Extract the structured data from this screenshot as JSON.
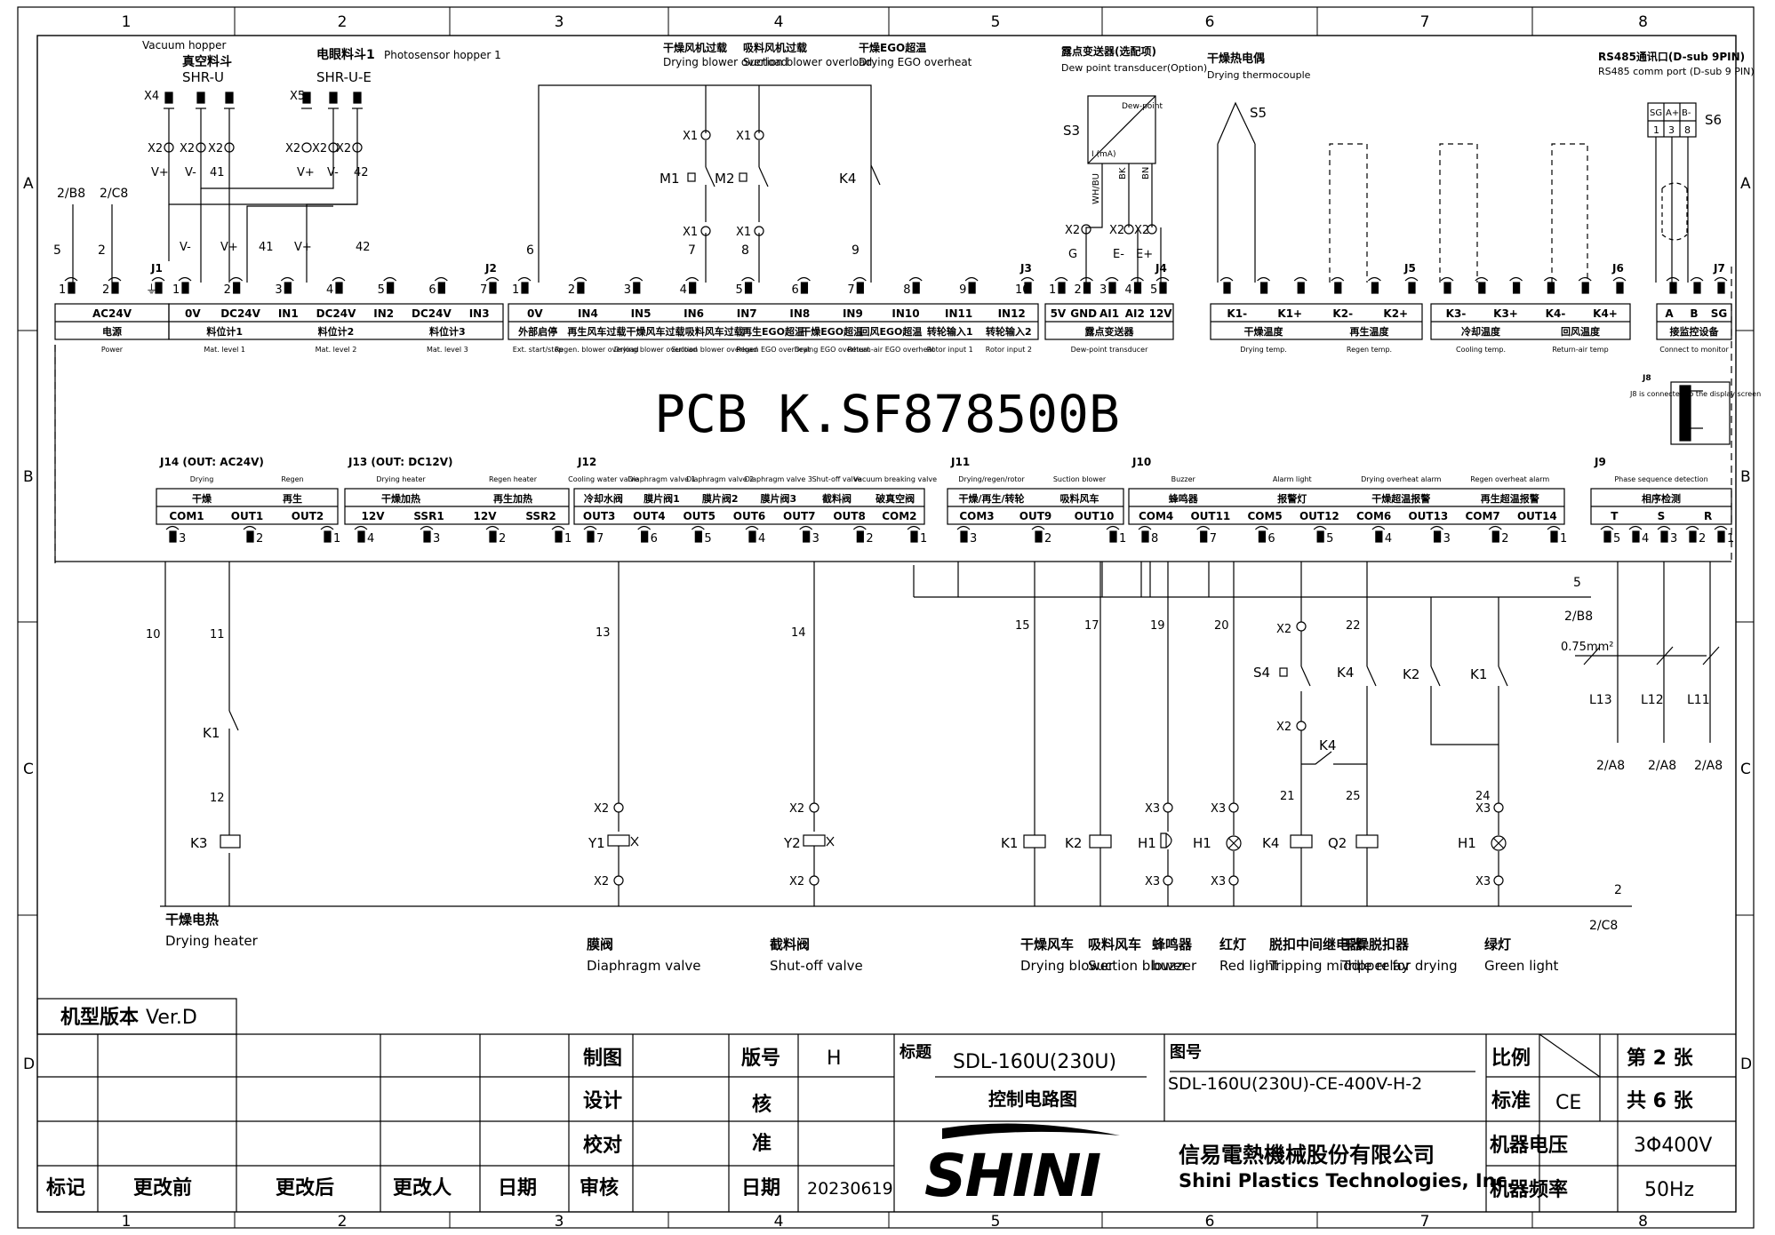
{
  "zones": {
    "columns": [
      "1",
      "2",
      "3",
      "4",
      "5",
      "6",
      "7",
      "8"
    ],
    "rows": [
      "A",
      "B",
      "C",
      "D"
    ]
  },
  "pcb_title": "PCB K.SF878500B",
  "top": {
    "vacuum_hopper": {
      "en": "Vacuum hopper",
      "cn": "真空料斗",
      "model": "SHR-U",
      "terminal": "X4"
    },
    "photosensor_hopper": {
      "cn": "电眼料斗1",
      "en": "Photosensor hopper 1",
      "model": "SHR-U-E",
      "terminal": "X5"
    },
    "drying_blower_overload": {
      "cn": "干燥风机过载",
      "en": "Drying blower overload"
    },
    "suction_blower_overload": {
      "cn": "吸料风机过载",
      "en": "Suction blower overload"
    },
    "drying_ego_overheat": {
      "cn": "干燥EGO超温",
      "en": "Drying EGO overheat"
    },
    "dewpoint": {
      "cn": "露点变送器(选配项)",
      "en": "Dew point transducer(Option)",
      "box_title": "Dew-point",
      "box_out": "I (mA)",
      "tag": "S3"
    },
    "thermocouple": {
      "cn": "干燥热电偶",
      "en": "Drying thermocouple",
      "tag": "S5"
    },
    "rs485": {
      "title": "RS485通讯口(D-sub 9PIN)",
      "en": "RS485 comm port (D-sub 9 PIN)",
      "tag": "S6"
    },
    "wire_labels": {
      "l2b8": "2/B8",
      "l2c8": "2/C8",
      "n5": "5",
      "n2": "2",
      "n6": "6",
      "n7": "7",
      "n8": "8",
      "n9": "9",
      "v_plus": "V+",
      "v_minus": "V-",
      "n41": "41",
      "n42": "42",
      "x2": "X2",
      "x1": "X1",
      "m1": "M1",
      "m2": "M2",
      "k4": "K4",
      "g": "G",
      "e_minus": "E-",
      "e_plus": "E+",
      "wh_bu": "WH/BU",
      "bk": "BK",
      "bn": "BN"
    }
  },
  "connectors_top": [
    {
      "id": "J1",
      "pins": [
        "1",
        "2",
        "⏚"
      ],
      "cells": [
        "AC24V"
      ],
      "cn": [
        "电源"
      ],
      "en": [
        "Power"
      ]
    },
    {
      "id": "J2",
      "pins": [
        "1",
        "2",
        "3",
        "4",
        "5",
        "6",
        "7"
      ],
      "cells": [
        "0V",
        "DC24V",
        "IN1",
        "DC24V",
        "IN2",
        "DC24V",
        "IN3"
      ],
      "cn": [
        "料位计1",
        "料位计2",
        "料位计3"
      ],
      "en": [
        "Mat. level 1",
        "Mat. level 2",
        "Mat. level 3"
      ]
    },
    {
      "id": "J3",
      "pins": [
        "1",
        "2",
        "3",
        "4",
        "5",
        "6",
        "7",
        "8",
        "9",
        "10"
      ],
      "cells": [
        "0V",
        "IN4",
        "IN5",
        "IN6",
        "IN7",
        "IN8",
        "IN9",
        "IN10",
        "IN11",
        "IN12"
      ],
      "cn": [
        "外部启停",
        "再生风车过载",
        "干燥风车过载",
        "吸料风车过载",
        "再生EGO超温",
        "干燥EGO超温",
        "回风EGO超温",
        "转轮输入1",
        "转轮输入2"
      ],
      "en": [
        "Ext. start/stop",
        "Regen. blower overload",
        "Drying blower overload",
        "Suction blower overload",
        "Regen EGO overheat",
        "Drying EGO overheat",
        "Return-air EGO overheat",
        "Rotor input 1",
        "Rotor input 2"
      ]
    },
    {
      "id": "J4",
      "pins": [
        "1",
        "2",
        "3",
        "4",
        "5"
      ],
      "cells": [
        "5V",
        "GND",
        "AI1",
        "AI2",
        "12V"
      ],
      "cn": [
        "露点变送器"
      ],
      "en": [
        "Dew-point transducer"
      ]
    },
    {
      "id": "J5",
      "pins": [
        "",
        "",
        "",
        "",
        "",
        ""
      ],
      "cells": [
        "K1-",
        "K1+",
        "K2-",
        "K2+"
      ],
      "cn": [
        "干燥温度",
        "再生温度"
      ],
      "en": [
        "Drying temp.",
        "Regen temp."
      ]
    },
    {
      "id": "J6",
      "pins": [
        "",
        "",
        "",
        "",
        "",
        ""
      ],
      "cells": [
        "K3-",
        "K3+",
        "K4-",
        "K4+"
      ],
      "cn": [
        "冷却温度",
        "回风温度"
      ],
      "en": [
        "Cooling temp.",
        "Return-air temp"
      ]
    },
    {
      "id": "J7",
      "pins": [
        "",
        "",
        ""
      ],
      "cells": [
        "A",
        "B",
        "SG"
      ],
      "cn": [
        "接监控设备"
      ],
      "en": [
        "Connect to monitor"
      ]
    }
  ],
  "j8_note": "J8 is connected to the display screen",
  "j8_id": "J8",
  "connectors_bottom": [
    {
      "id": "J14 (OUT: AC24V)",
      "pins": [
        "3",
        "2",
        "1"
      ],
      "cells": [
        "COM1",
        "OUT1",
        "OUT2"
      ],
      "cn": [
        "干燥",
        "再生"
      ],
      "en": [
        "Drying",
        "Regen"
      ]
    },
    {
      "id": "J13 (OUT: DC12V)",
      "pins": [
        "4",
        "3",
        "2",
        "1"
      ],
      "cells": [
        "12V",
        "SSR1",
        "12V",
        "SSR2"
      ],
      "cn": [
        "干燥加热",
        "再生加热"
      ],
      "en": [
        "Drying heater",
        "Regen heater"
      ]
    },
    {
      "id": "J12",
      "pins": [
        "7",
        "6",
        "5",
        "4",
        "3",
        "2",
        "1"
      ],
      "cells": [
        "OUT3",
        "OUT4",
        "OUT5",
        "OUT6",
        "OUT7",
        "OUT8",
        "COM2"
      ],
      "cn": [
        "冷却水阀",
        "膜片阀1",
        "膜片阀2",
        "膜片阀3",
        "截料阀",
        "破真空阀"
      ],
      "en": [
        "Cooling water valve",
        "Diaphragm valve 1",
        "Diaphragm valve 2",
        "Diaphragm valve 3",
        "Shut-off valve",
        "Vacuum breaking valve"
      ]
    },
    {
      "id": "J11",
      "pins": [
        "3",
        "2",
        "1"
      ],
      "cells": [
        "COM3",
        "OUT9",
        "OUT10"
      ],
      "cn": [
        "干燥/再生/转轮",
        "吸料风车"
      ],
      "en": [
        "Drying/regen/rotor",
        "Suction blower"
      ]
    },
    {
      "id": "J10",
      "pins": [
        "8",
        "7",
        "6",
        "5",
        "4",
        "3",
        "2",
        "1"
      ],
      "cells": [
        "COM4",
        "OUT11",
        "COM5",
        "OUT12",
        "COM6",
        "OUT13",
        "COM7",
        "OUT14"
      ],
      "cn": [
        "蜂鸣器",
        "报警灯",
        "干燥超温报警",
        "再生超温报警"
      ],
      "en": [
        "Buzzer",
        "Alarm light",
        "Drying overheat alarm",
        "Regen overheat alarm"
      ]
    },
    {
      "id": "J9",
      "pins": [
        "5",
        "4",
        "3",
        "2",
        "1"
      ],
      "cells": [
        "T",
        "S",
        "R"
      ],
      "cn": [
        "相序检测"
      ],
      "en": [
        "Phase sequence detection"
      ]
    }
  ],
  "bottom_wires": {
    "w10": "10",
    "w11": "11",
    "w12": "12",
    "w13": "13",
    "w14": "14",
    "w15": "15",
    "w17": "17",
    "w19": "19",
    "w20": "20",
    "w21": "21",
    "w22": "22",
    "w24": "24",
    "w25": "25",
    "bus5": "5",
    "bus2": "2",
    "r2b8": "2/B8",
    "r2c8": "2/C8",
    "cable": "0.75mm²",
    "l13": "L13",
    "l12": "L12",
    "l11": "L11",
    "a8": "2/A8",
    "x2": "X2",
    "x3": "X3",
    "k1": "K1",
    "k2": "K2",
    "k3": "K3",
    "k4": "K4",
    "q2": "Q2",
    "s4": "S4",
    "y1": "Y1",
    "y2": "Y2",
    "h1": "H1"
  },
  "bottom_loads": [
    {
      "cn": "干燥电热",
      "en": "Drying heater"
    },
    {
      "cn": "膜阀",
      "en": "Diaphragm valve"
    },
    {
      "cn": "截料阀",
      "en": "Shut-off valve"
    },
    {
      "cn": "干燥风车",
      "en": "Drying blower"
    },
    {
      "cn": "吸料风车",
      "en": "Suction blower"
    },
    {
      "cn": "蜂鸣器",
      "en": "buzzer"
    },
    {
      "cn": "红灯",
      "en": "Red light"
    },
    {
      "cn": "脱扣中间继电器",
      "en": "Tripping middle relay"
    },
    {
      "cn": "干燥脱扣器",
      "en": "Tripper for drying"
    },
    {
      "cn": "绿灯",
      "en": "Green light"
    }
  ],
  "model_version": {
    "cn": "机型版本",
    "ver": "Ver.D"
  },
  "title_block": {
    "draw": "制图",
    "design": "设计",
    "check": "校对",
    "review": "审核",
    "version_label": "版号",
    "version_value": "H",
    "approve": "核准",
    "date_label": "日期",
    "date_value": "20230619",
    "title_label": "标题",
    "title_value": "SDL-160U(230U)",
    "title_cn": "控制电路图",
    "drawing_no_label": "图号",
    "drawing_no": "SDL-160U(230U)-CE-400V-H-2",
    "scale_label": "比例",
    "standard_label": "标准",
    "standard_value": "CE",
    "sheet": "第 2 张",
    "total": "共 6 张",
    "voltage_label": "机器电压",
    "voltage_value": "3Φ400V",
    "freq_label": "机器频率",
    "freq_value": "50Hz",
    "rev_mark": "标记",
    "rev_before": "更改前",
    "rev_after": "更改后",
    "rev_person": "更改人",
    "rev_date": "日期",
    "logo": "SHINI",
    "company_cn": "信易電熱機械股份有限公司",
    "company_en": "Shini Plastics Technologies, Inc."
  }
}
